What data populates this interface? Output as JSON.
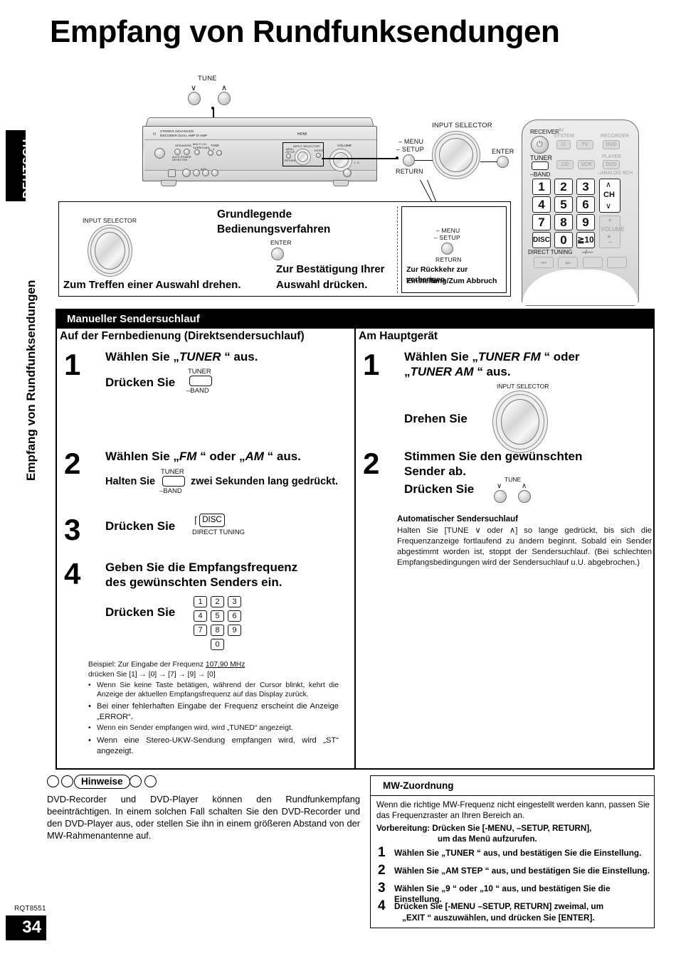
{
  "sidebar": {
    "language": "DEUTSCH",
    "chapter": "Empfang von Rundfunksendungen"
  },
  "footer": {
    "doc_code": "RQT8551",
    "page_number": "34"
  },
  "page_title": "Empfang von Rundfunksendungen",
  "diagram": {
    "tune_label": "TUNE",
    "tune_down": "∨",
    "tune_up": "∧",
    "input_selector": "INPUT SELECTOR",
    "menu": "– MENU",
    "setup": "– SETUP",
    "return": "RETURN",
    "enter": "ENTER",
    "receiver_brand": "STEREO ADVANCED<br>DECODER  DUAL AMP  D-AMP",
    "receiver_hdmi": "HDMI",
    "receiver_volume": "VOLUME",
    "receiver_tune": "TUNE",
    "receiver_speakers": "SPEAKERS",
    "receiver_multich": "MULTI CH<br>SURROUND",
    "receiver_autopower": "AUTO POWER<br>DETECTOR",
    "receiver_aux": "AUX",
    "receiver_input_selector": "INPUT SELECTOR",
    "receiver_menu": "–MENU<br>–SETUP",
    "receiver_return": "RETURN",
    "receiver_enter": "ENTER"
  },
  "remote": {
    "receiver": "RECEIVER",
    "av_system": "AV\nSYSTEM",
    "recorder": "RECORDER",
    "player": "PLAYER",
    "analog": "–ANALOG 6CH",
    "tv": "TV",
    "dvd_recorder": "DVD",
    "dvd_player": "DVD",
    "cd": "CD",
    "vcr": "VCR",
    "tuner": "TUNER",
    "band": "–BAND",
    "keys": [
      "1",
      "2",
      "3",
      "4",
      "5",
      "6",
      "7",
      "8",
      "9"
    ],
    "disc": "DISC",
    "zero": "0",
    "ten": "≧10",
    "direct_tuning": "DIRECT TUNING",
    "dashes": "–/––",
    "ch": "CH",
    "ch_up": "∧",
    "ch_down": "∨",
    "volume": "VOLUME",
    "volume_plus": "+",
    "volume_minus": "−",
    "skip_back": "⏮",
    "skip_fwd": "⏭"
  },
  "basic_ops": {
    "title_line1": "Grundlegende",
    "title_line2": "Bedienungsverfahren",
    "input_selector_label": "INPUT SELECTOR",
    "rotate_caption": "Zum Treffen einer Auswahl drehen.",
    "enter_label": "ENTER",
    "enter_caption_line1": "Zur Bestätigung Ihrer",
    "enter_caption_line2": "Auswahl drücken.",
    "menu_label": "– MENU",
    "setup_label": "– SETUP",
    "return_label": "RETURN",
    "return_caption_line1": "Zur Rückkehr zur vorherigen",
    "return_caption_line2": "Einstellung/Zum Abbruch"
  },
  "main": {
    "header": "Manueller Sendersuchlauf",
    "left_column_header": "Auf der Fernbedienung (Direktsendersuchlauf)",
    "right_column_header": "Am Hauptgerät",
    "left_steps": [
      {
        "number": "1",
        "title_pre": "Wählen Sie „",
        "title_em": "TUNER",
        "title_post": " “ aus.",
        "action": "Drücken Sie",
        "key_top": "TUNER",
        "key_bottom": "–BAND"
      },
      {
        "number": "2",
        "title_pre": "Wählen Sie „",
        "title_em": "FM",
        "title_mid": " “ oder „",
        "title_em2": "AM",
        "title_post": " “ aus.",
        "action": "Halten Sie",
        "key_top": "TUNER",
        "key_bottom": "–BAND",
        "action_tail": "zwei Sekunden lang gedrückt."
      },
      {
        "number": "3",
        "action": "Drücken Sie",
        "key_label": "DISC",
        "key_caption": "DIRECT TUNING"
      },
      {
        "number": "4",
        "title_line1": "Geben Sie die Empfangsfrequenz",
        "title_line2": "des gewünschten Senders ein.",
        "action": "Drücken Sie",
        "numkeys": [
          "1",
          "2",
          "3",
          "4",
          "5",
          "6",
          "7",
          "8",
          "9",
          "0"
        ]
      }
    ],
    "example_line1_pre": "Beispiel: Zur Eingabe der Frequenz ",
    "example_line1_underline": "107,90 MHz",
    "example_line2": "drücken Sie [1] → [0] → [7] → [9] → [0]",
    "bullets": [
      "Wenn Sie keine Taste betätigen, während der Cursor blinkt, kehrt die Anzeige der aktuellen Empfangsfrequenz auf das Display zurück.",
      "Bei einer fehlerhaften Eingabe der Frequenz erscheint die Anzeige „ERROR“.",
      "Wenn ein Sender empfangen wird, wird „TUNED“ angezeigt.",
      "Wenn eine Stereo-UKW-Sendung empfangen wird, wird „ST“ angezeigt."
    ],
    "right_steps": [
      {
        "number": "1",
        "title_line1_pre": "Wählen Sie „",
        "title_line1_em": "TUNER FM",
        "title_line1_post": " “ oder",
        "title_line2_pre": "„",
        "title_line2_em": "TUNER AM",
        "title_line2_post": " “ aus.",
        "knob_label": "INPUT SELECTOR",
        "action": "Drehen Sie"
      },
      {
        "number": "2",
        "title_line1": "Stimmen Sie den gewünschten",
        "title_line2": "Sender ab.",
        "action": "Drücken Sie",
        "tune_label": "TUNE",
        "tune_down": "∨",
        "tune_up": "∧"
      }
    ],
    "auto_heading": "Automatischer Sendersuchlauf",
    "auto_body": "Halten Sie [TUNE ∨ oder ∧] so lange gedrückt, bis sich die Frequenzanzeige fortlaufend zu ändern beginnt. Sobald ein Sender abgestimmt worden ist, stoppt der Sendersuchlauf. (Bei schlechten Empfangsbedingungen wird der Sendersuchlauf u.U. abgebrochen.)"
  },
  "notes": {
    "badge": "Hinweise",
    "body": "DVD-Recorder und DVD-Player können den Rundfunkempfang beeinträchtigen. In einem solchen Fall schalten Sie den DVD-Recorder und den DVD-Player aus, oder stellen Sie ihn in einem größeren Abstand von der MW-Rahmenantenne auf."
  },
  "mw": {
    "title": "MW-Zuordnung",
    "intro": "Wenn die richtige MW-Frequenz nicht eingestellt werden kann, passen Sie das Frequenzraster an Ihren Bereich an.",
    "prep_label": "Vorbereitung:",
    "prep_line1": "Drücken Sie [-MENU, –SETUP, RETURN],",
    "prep_line2": "um das Menü aufzurufen.",
    "steps": [
      {
        "number": "1",
        "line1": "Wählen Sie „TUNER “ aus, und bestätigen Sie die Einstellung.",
        "line2": ""
      },
      {
        "number": "2",
        "line1": "Wählen Sie „AM STEP “ aus, und bestätigen Sie die Einstellung.",
        "line2": ""
      },
      {
        "number": "3",
        "line1": "Wählen Sie „9 “ oder „10 “ aus, und bestätigen Sie die Einstellung.",
        "line2": ""
      },
      {
        "number": "4",
        "line1": "Drücken Sie [-MENU –SETUP, RETURN] zweimal, um",
        "line2": "„EXIT “ auszuwählen, und drücken Sie [ENTER]."
      }
    ]
  }
}
